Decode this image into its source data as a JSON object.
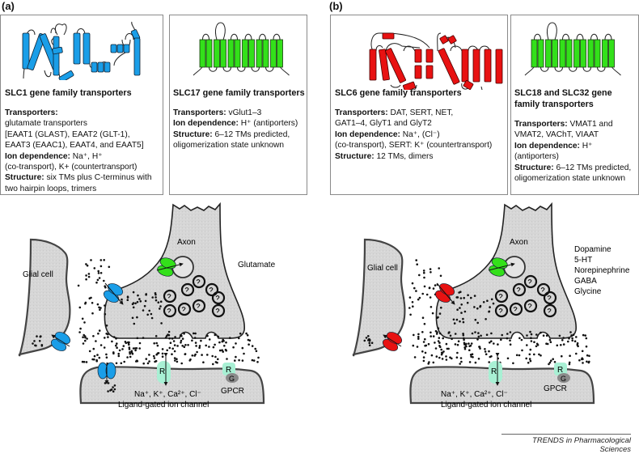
{
  "colors": {
    "slc1": "#1a9ee8",
    "slc17": "#33e01a",
    "slc6": "#e81212",
    "slc18": "#33e01a",
    "cell": "#d8d8d8",
    "receptor": "#a8f0d4",
    "gprotein": "#8a8a8a"
  },
  "panels": [
    {
      "label": "(a)",
      "boxes": [
        {
          "title": "SLC1 gene family transporters",
          "transporters_label": "Transporters:",
          "transporters_value": "",
          "transporters_lines": [
            "glutamate transporters",
            "[EAAT1 (GLAST), EAAT2 (GLT-1),",
            "EAAT3 (EAAC1), EAAT4, and EAAT5]"
          ],
          "ion_label": "Ion dependence:",
          "ion_value": " Na⁺, H⁺",
          "ion_lines": [
            "(co-transport), K+ (countertransport)"
          ],
          "structure_label": "Structure:",
          "structure_value": " six TMs plus C-terminus with",
          "structure_lines": [
            "two hairpin loops, trimers"
          ]
        },
        {
          "title": "SLC17 gene family transporters",
          "transporters_label": "Transporters:",
          "transporters_value": " vGlut1–3",
          "ion_label": "Ion dependence:",
          "ion_value": " H⁺ (antiporters)",
          "structure_label": "Structure:",
          "structure_value": "  6–12 TMs predicted,",
          "structure_lines": [
            "oligomerization state unknown"
          ]
        }
      ],
      "synapse": {
        "glial_label": "Glial cell",
        "axon_label": "Axon",
        "neurotransmitter_label": "Glutamate",
        "ion_channel_ions": "Na⁺, K⁺, Ca²⁺, Cl⁻",
        "ion_channel_label": "Ligand-gated ion channel",
        "receptor_letter": "R",
        "gprotein_letter": "G",
        "gpcr_label": "GPCR"
      }
    },
    {
      "label": "(b)",
      "boxes": [
        {
          "title": "SLC6 gene family transporters",
          "transporters_label": "Transporters:",
          "transporters_value": " DAT, SERT, NET,",
          "transporters_lines": [
            "GAT1–4, GlyT1 and GlyT2"
          ],
          "ion_label": "Ion dependence:",
          "ion_value": " Na⁺, (Cl⁻)",
          "ion_lines": [
            "(co-transport), SERT: K⁺ (countertransport)"
          ],
          "structure_label": "Structure:",
          "structure_value": " 12 TMs, dimers"
        },
        {
          "title_lines": [
            "SLC18 and SLC32 gene",
            "family transporters"
          ],
          "transporters_label": "Transporters:",
          "transporters_value": " VMAT1 and",
          "transporters_lines": [
            "VMAT2, VAChT, VIAAT"
          ],
          "ion_label": "Ion dependence:",
          "ion_value": " H⁺",
          "ion_lines": [
            "(antiporters)"
          ],
          "structure_label": "Structure:",
          "structure_value": " 6–12 TMs predicted,",
          "structure_lines": [
            "oligomerization state unknown"
          ]
        }
      ],
      "synapse": {
        "glial_label": "Glial cell",
        "axon_label": "Axon",
        "neurotransmitter_labels": [
          "Dopamine",
          "5-HT",
          "Norepinephrine",
          "GABA",
          "Glycine"
        ],
        "ion_channel_ions": "Na⁺, K⁺, Ca²⁺, Cl⁻",
        "ion_channel_label": "Ligand-gated ion channel",
        "receptor_letter": "R",
        "gprotein_letter": "G",
        "gpcr_label": "GPCR"
      }
    }
  ],
  "credit": "TRENDS in Pharmacological Sciences"
}
